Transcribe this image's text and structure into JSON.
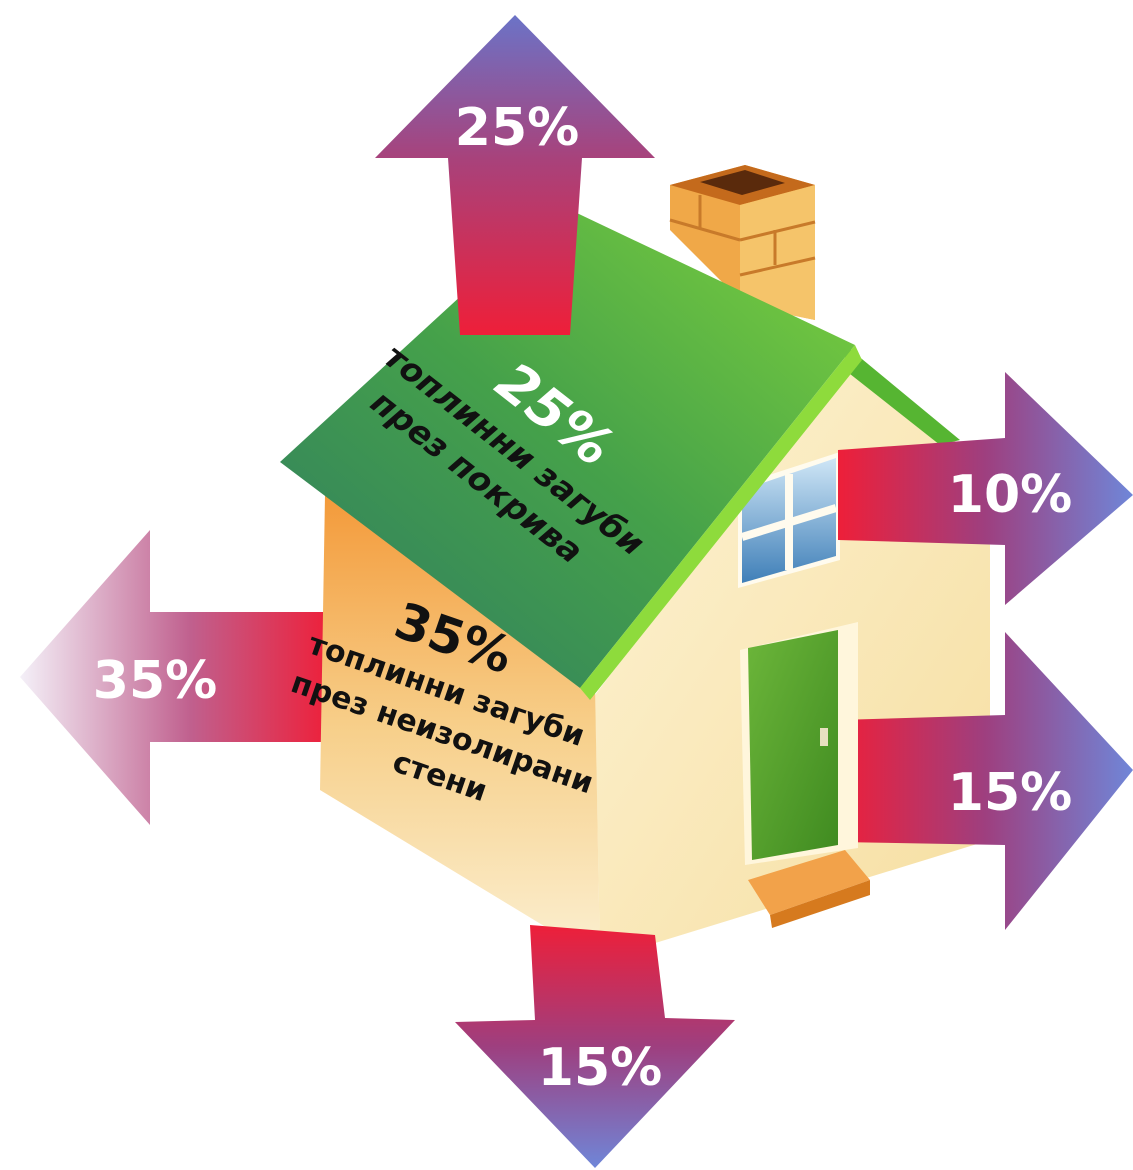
{
  "arrows": {
    "top": {
      "label": "25%",
      "direction": "up"
    },
    "left": {
      "label": "35%",
      "direction": "left"
    },
    "right_upper": {
      "label": "10%",
      "direction": "right"
    },
    "right_lower": {
      "label": "15%",
      "direction": "right"
    },
    "bottom": {
      "label": "15%",
      "direction": "down"
    }
  },
  "roof": {
    "percent": "25%",
    "line1": "топлинни загуби",
    "line2": "през покрива"
  },
  "wall": {
    "percent": "35%",
    "line1": "топлинни загуби",
    "line2": "през неизолирани",
    "line3": "стени"
  },
  "colors": {
    "arrow_red": "#e8203a",
    "arrow_purple": "#7a3f8f",
    "arrow_blue": "#6f86d8",
    "roof_green": "#4caa3c",
    "roof_dark": "#2f7a52",
    "wall_cream": "#f9e6b8",
    "wall_orange": "#f3a442",
    "door_green": "#5aa32a",
    "chimney_orange": "#f0a040"
  }
}
